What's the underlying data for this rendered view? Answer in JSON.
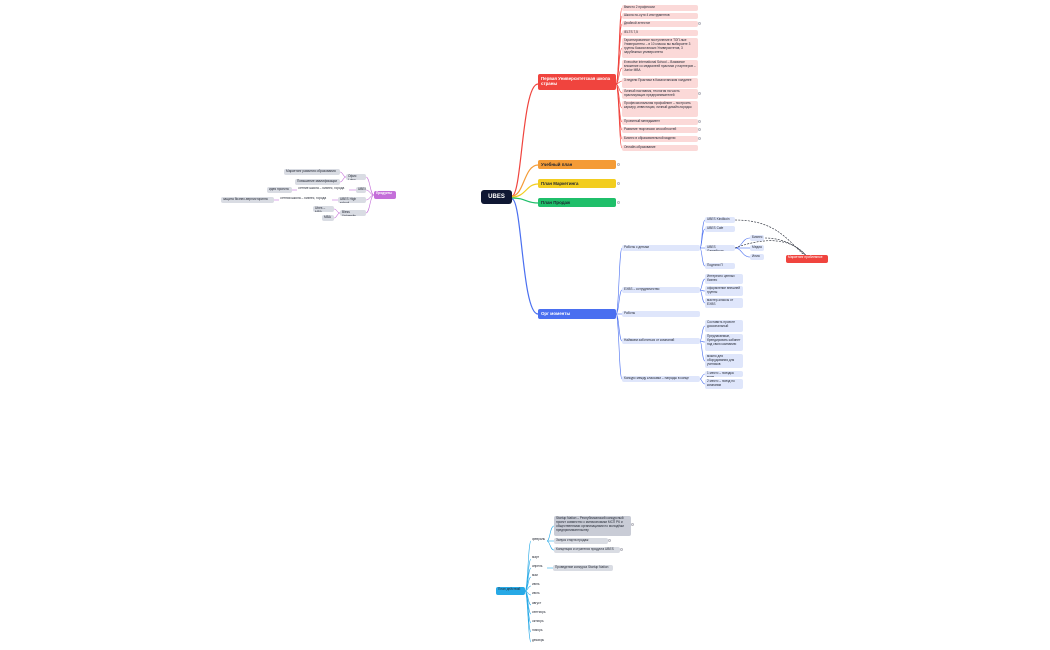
{
  "root": {
    "label": "UBES"
  },
  "branches": {
    "pervaya": {
      "label": "Первая Университетская школа страны",
      "items": [
        "Вместо 2 профессии",
        "Школа по-сути 4 инструментов",
        "Двойной аттестат",
        "IELTS 7,5",
        "Гарантированное поступление в ТОП-ные Университеты – в 10 классы вы выбираете 3 группы Казахстанских Университетов, 3 зарубежных университета",
        "Executive international School – Взаимное вложение со медиалеей практики у партнеров – Junior MBA",
        "3 недели Практики в Казахстанском холдинге",
        "Личный наставник, теология на часть практикующих предпринимателей",
        "Профессиональная профайлинг – построить карьеру, инвестиции, личный дизайн-порядок",
        "Проектный менеджмент",
        "Развитие творческих способностей",
        "Бизнес в образовательной модели",
        "Онлайн-образование"
      ]
    },
    "uchebny": {
      "label": "Учебный план"
    },
    "marketing": {
      "label": "План Маркетинга"
    },
    "prodazh": {
      "label": "План Продаж"
    },
    "org": {
      "label": "Орг моменты",
      "children": [
        {
          "label": "Работы с детьми",
          "items": [
            "UBES Kindlkoin",
            "UBES Cafe",
            "UBES Gamefloom",
            "Подтяни П"
          ],
          "tags": [
            "Бизнес",
            "Медиа",
            "Илиа"
          ]
        },
        {
          "label": "EXBS – сотрудничество",
          "items": [
            "Интересно ценных бизнес",
            "оформление внешней группы",
            "мастер-классы от EXBS"
          ]
        },
        {
          "label": "Работы"
        },
        {
          "label": "Наймаем заботиться от компаний",
          "items": [
            "Составить проекте доскональный",
            "Предлагаемые, брендировать кабинет под свою компанию",
            "можно для оборудования для учеников"
          ]
        },
        {
          "label": "Конкурс между классами – награды в конце",
          "items": [
            "1 место – поездка всем",
            "2 место – поезд по компании"
          ]
        }
      ],
      "callout": "Маркетинг проблемное"
    }
  },
  "products": {
    "label": "Продукты",
    "children": [
      {
        "label": "Офис Lotus",
        "items": [
          "Маркетинг развития образования",
          "Повышение квалификации"
        ]
      },
      {
        "label": "UBES",
        "items": [
          "Летние школа – бизнес, города"
        ],
        "extra": "идея проекта"
      },
      {
        "label": "UBES High school",
        "items": [
          "Летняя школа – бизнес, города"
        ],
        "extra": "защита бизнес-вернисторинга"
      },
      {
        "label": "Bless University",
        "items": [
          "Ubes – MBA",
          "MBA"
        ]
      }
    ]
  },
  "plan": {
    "label": "План действий",
    "months": [
      "февраль",
      "март",
      "апрель",
      "май",
      "июнь",
      "июль",
      "август",
      "сентябрь",
      "октябрь",
      "ноябрь",
      "декабрь"
    ],
    "feb_items": [
      "Startup Nation – Республиканский конкурсный проект совместно с минэкономики МСП РК и общественными организациями по молодёжи предпринимательству",
      "Запуск старта продаж",
      "Концепция и стратегия продукта UBES"
    ],
    "apr_item": "Проведение конкурса Startup Nation"
  },
  "colors": {
    "red": "#f0443e",
    "orange": "#f49b36",
    "yellow": "#f2cd1f",
    "green": "#1fbf6a",
    "blue": "#4a6ff0",
    "purple": "#c46fd9",
    "sky": "#27a9e6"
  }
}
